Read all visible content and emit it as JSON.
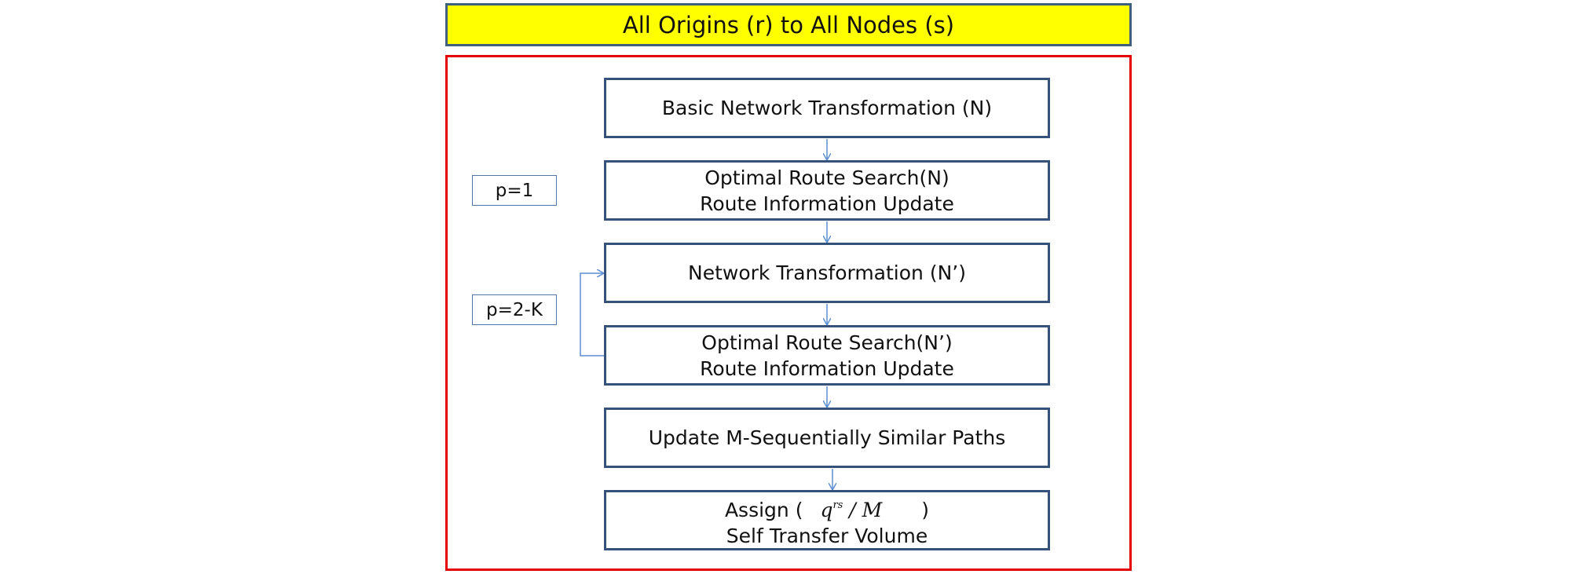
{
  "header": {
    "title": "All Origins (r) to All Nodes (s)"
  },
  "steps": [
    {
      "lines": [
        "Basic Network Transformation  (N)"
      ]
    },
    {
      "lines": [
        "Optimal Route Search(N)",
        "Route Information Update"
      ]
    },
    {
      "lines": [
        "Network Transformation  (N’)"
      ]
    },
    {
      "lines": [
        "Optimal Route Search(N’)",
        "Route Information Update"
      ]
    },
    {
      "lines": [
        "Update M-Sequentially  Similar Paths"
      ]
    },
    {
      "assign_label": "Assign (",
      "formula_q": "q",
      "formula_sup": "rs",
      "formula_rest": " / M",
      "assign_close": ")",
      "line2": "Self Transfer Volume"
    }
  ],
  "tags": [
    {
      "label": "p=1"
    },
    {
      "label": "p=2-K"
    }
  ],
  "colors": {
    "header_fill": "#ffff00",
    "frame_border": "#e60000",
    "box_border": "#34527a",
    "arrow": "#5b8fd1"
  }
}
